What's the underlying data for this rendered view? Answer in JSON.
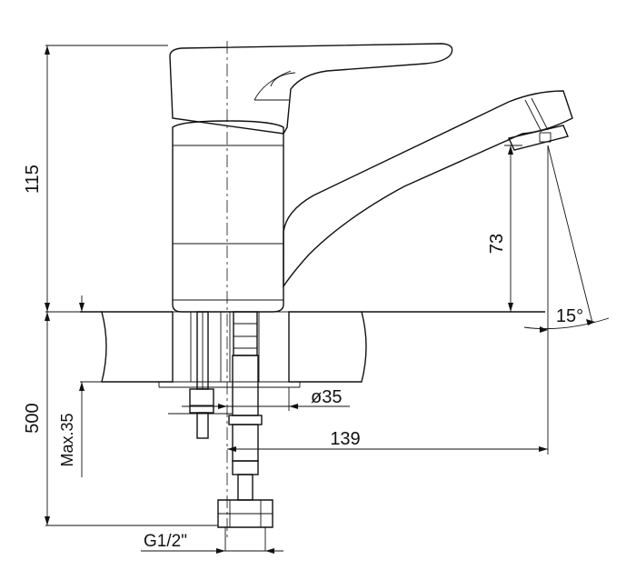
{
  "dimensions": {
    "height_115": "115",
    "spout_73": "73",
    "angle_15": "15°",
    "diameter_35": "ø35",
    "reach_139": "139",
    "hose_500": "500",
    "max_thickness": "Max.35",
    "thread": "G1/2\""
  },
  "colors": {
    "line": "#111111",
    "background": "#ffffff"
  }
}
